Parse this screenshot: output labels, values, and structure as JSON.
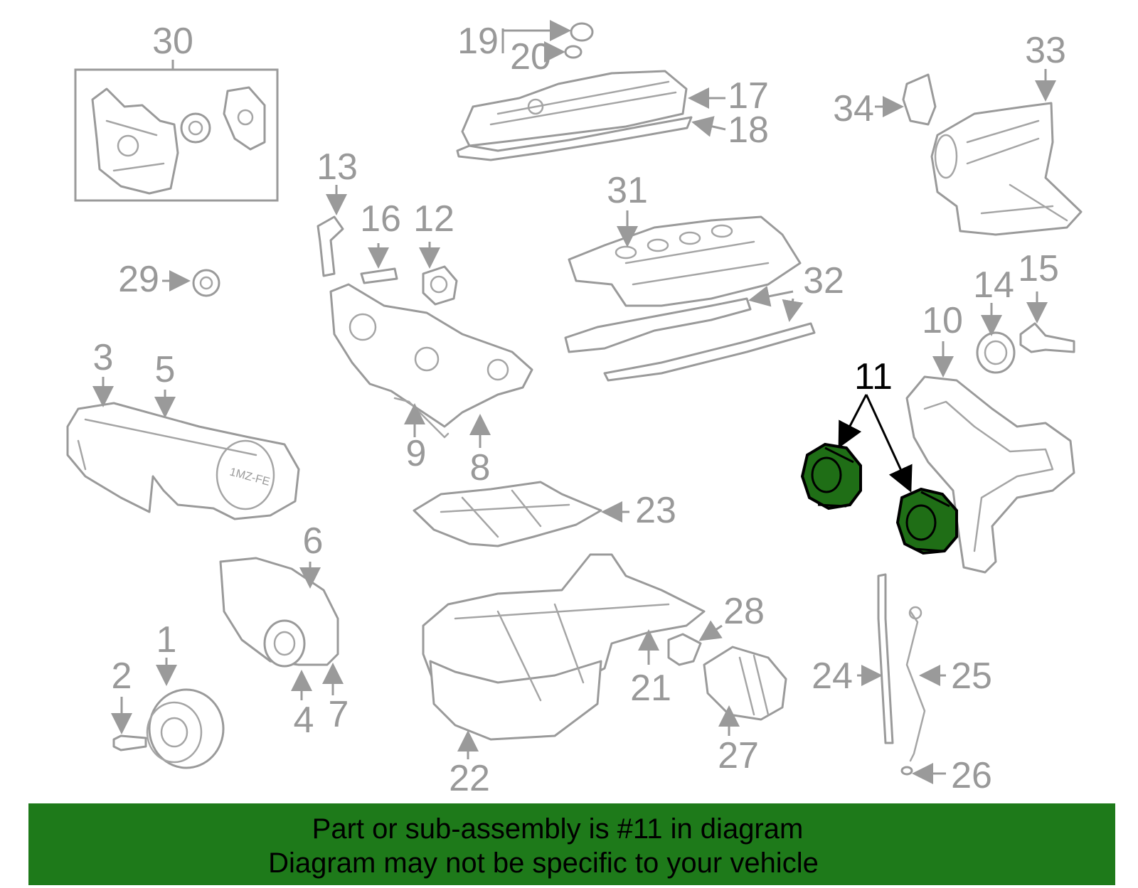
{
  "diagram": {
    "highlight_color": "#1f6e16",
    "part_color": "#9a9a9a",
    "callouts": {
      "c1": "1",
      "c2": "2",
      "c3": "3",
      "c4": "4",
      "c5": "5",
      "c6": "6",
      "c7": "7",
      "c8": "8",
      "c9": "9",
      "c10": "10",
      "c11": "11",
      "c12": "12",
      "c13": "13",
      "c14": "14",
      "c15": "15",
      "c16": "16",
      "c17": "17",
      "c18": "18",
      "c19": "19",
      "c20": "20",
      "c21": "21",
      "c22": "22",
      "c23": "23",
      "c24": "24",
      "c25": "25",
      "c26": "26",
      "c27": "27",
      "c28": "28",
      "c29": "29",
      "c30": "30",
      "c31": "31",
      "c32": "32",
      "c33": "33",
      "c34": "34"
    },
    "timing_cover_stamp": "1MZ-FE"
  },
  "banner": {
    "line1": "Part or sub-assembly is #11 in diagram",
    "line2": "Diagram may not be specific to your vehicle",
    "background": "#1e7a1a"
  }
}
